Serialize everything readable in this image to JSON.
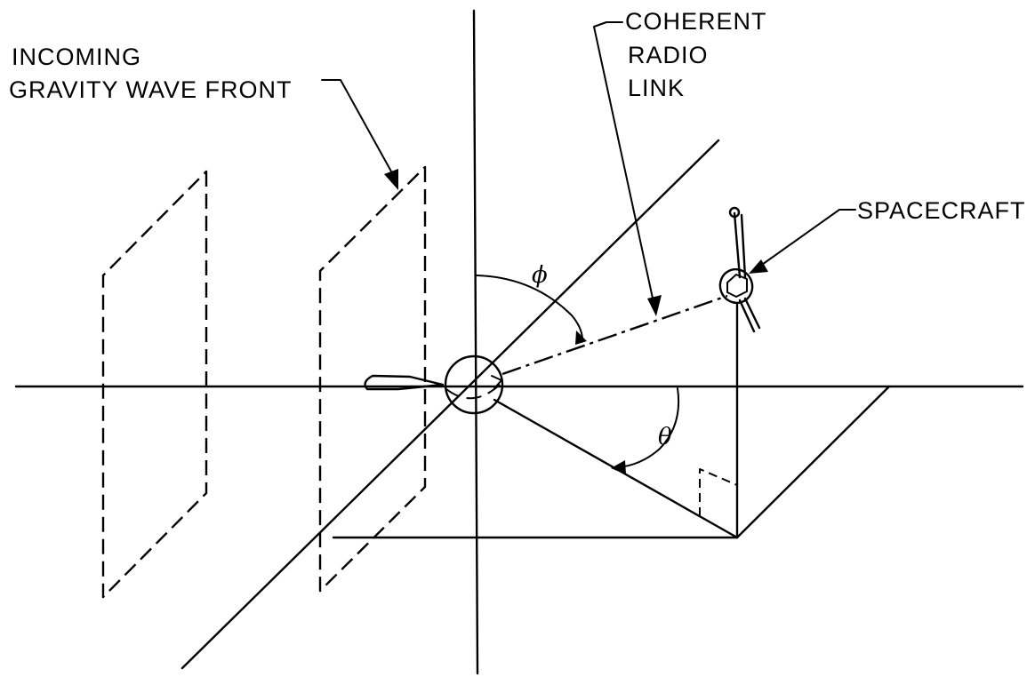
{
  "labels": {
    "incoming_line1": "INCOMING",
    "incoming_line2": "GRAVITY WAVE FRONT",
    "coherent_line1": "COHERENT",
    "coherent_line2": "RADIO",
    "coherent_line3": "LINK",
    "spacecraft": "SPACECRAFT",
    "phi": "ϕ",
    "theta": "θ"
  }
}
